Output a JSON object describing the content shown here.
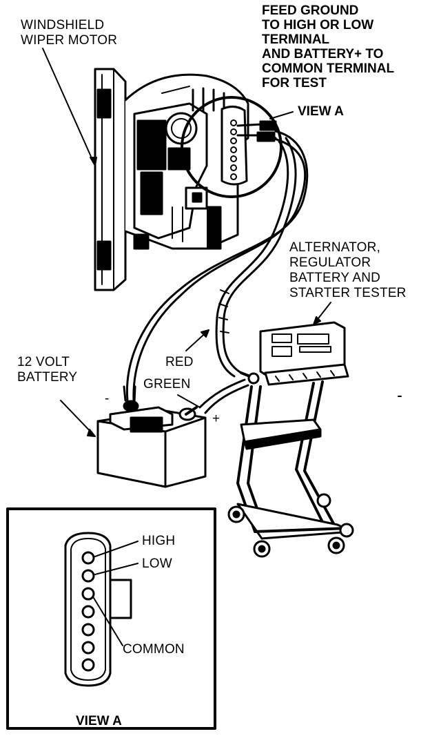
{
  "labels": {
    "wiper_motor": [
      "WINDSHIELD",
      "WIPER MOTOR"
    ],
    "feed_note": [
      "FEED GROUND",
      "TO HIGH OR LOW",
      "TERMINAL",
      "AND BATTERY+ TO",
      "COMMON TERMINAL",
      "FOR TEST"
    ],
    "view_a_callout": "VIEW A",
    "tester": [
      "ALTERNATOR,",
      "REGULATOR",
      "BATTERY AND",
      "STARTER TESTER"
    ],
    "battery": [
      "12 VOLT",
      "BATTERY"
    ],
    "red": "RED",
    "green": "GREEN",
    "minus": "-",
    "plus": "+",
    "high": "HIGH",
    "low": "LOW",
    "common": "COMMON",
    "inset_title": "VIEW A"
  },
  "colors": {
    "ink": "#000000",
    "paper": "#ffffff"
  }
}
